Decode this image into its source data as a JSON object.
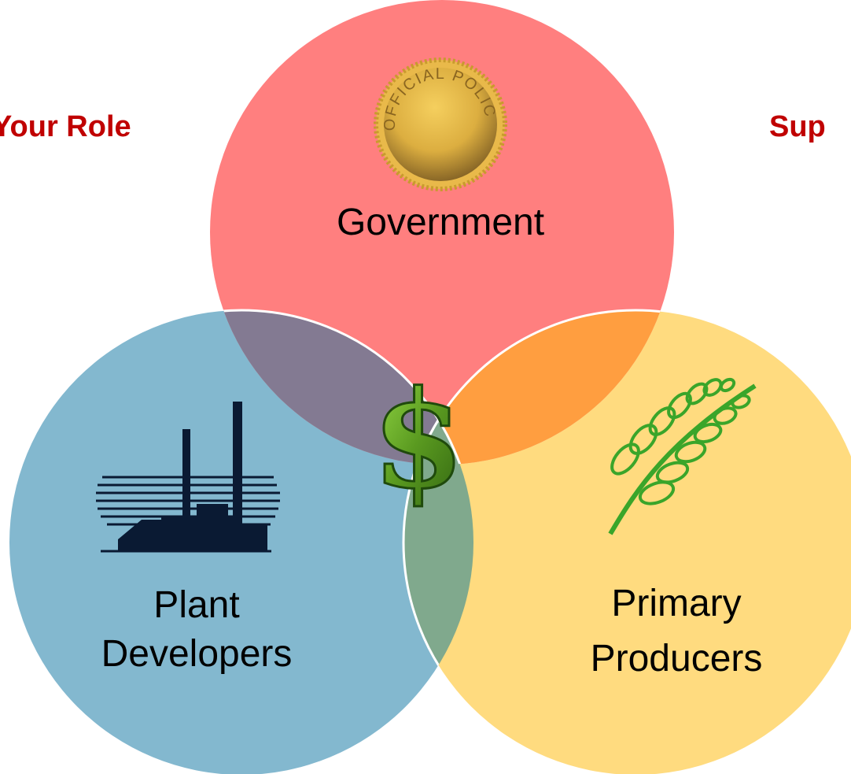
{
  "headings": {
    "left": "Your Role",
    "right": "Sup"
  },
  "circles": {
    "government": {
      "label": "Government",
      "color": "#ff7f7f"
    },
    "plant": {
      "line1": "Plant",
      "line2": "Developers",
      "color": "#83b8cf"
    },
    "primary": {
      "line1": "Primary",
      "line2": "Producers",
      "color": "#ffdb7f"
    }
  },
  "overlaps": {
    "government_plant": "#837a92",
    "government_primary": "#ff9e40",
    "plant_primary": "#80a98d"
  },
  "seal": {
    "text": "OFFICIAL POLICY"
  },
  "center_symbol": {
    "text": "$",
    "color": "#5a9a20"
  },
  "icons": [
    "seal-icon",
    "factory-icon",
    "wheat-icon",
    "dollar-icon"
  ]
}
